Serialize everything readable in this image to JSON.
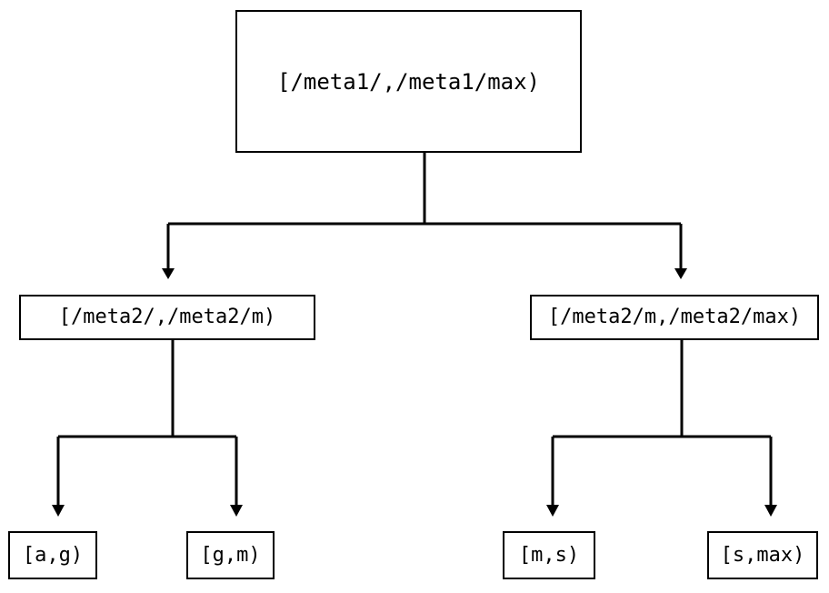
{
  "diagram": {
    "type": "tree",
    "orientation": "top-down",
    "background_color": "#ffffff",
    "line_color": "#000000",
    "text_color": "#000000",
    "nodes": {
      "root": {
        "label": "[/meta1/,/meta1/max)"
      },
      "mid_left": {
        "label": "[/meta2/,/meta2/m)"
      },
      "mid_right": {
        "label": "[/meta2/m,/meta2/max)"
      },
      "leaf_a_g": {
        "label": "[a,g)"
      },
      "leaf_g_m": {
        "label": "[g,m)"
      },
      "leaf_m_s": {
        "label": "[m,s)"
      },
      "leaf_s_max": {
        "label": "[s,max)"
      }
    },
    "edges": [
      {
        "from": "root",
        "to": "mid_left",
        "arrow": "down"
      },
      {
        "from": "root",
        "to": "mid_right",
        "arrow": "down"
      },
      {
        "from": "mid_left",
        "to": "leaf_a_g",
        "arrow": "down"
      },
      {
        "from": "mid_left",
        "to": "leaf_g_m",
        "arrow": "down"
      },
      {
        "from": "mid_right",
        "to": "leaf_m_s",
        "arrow": "down"
      },
      {
        "from": "mid_right",
        "to": "leaf_s_max",
        "arrow": "down"
      }
    ]
  }
}
